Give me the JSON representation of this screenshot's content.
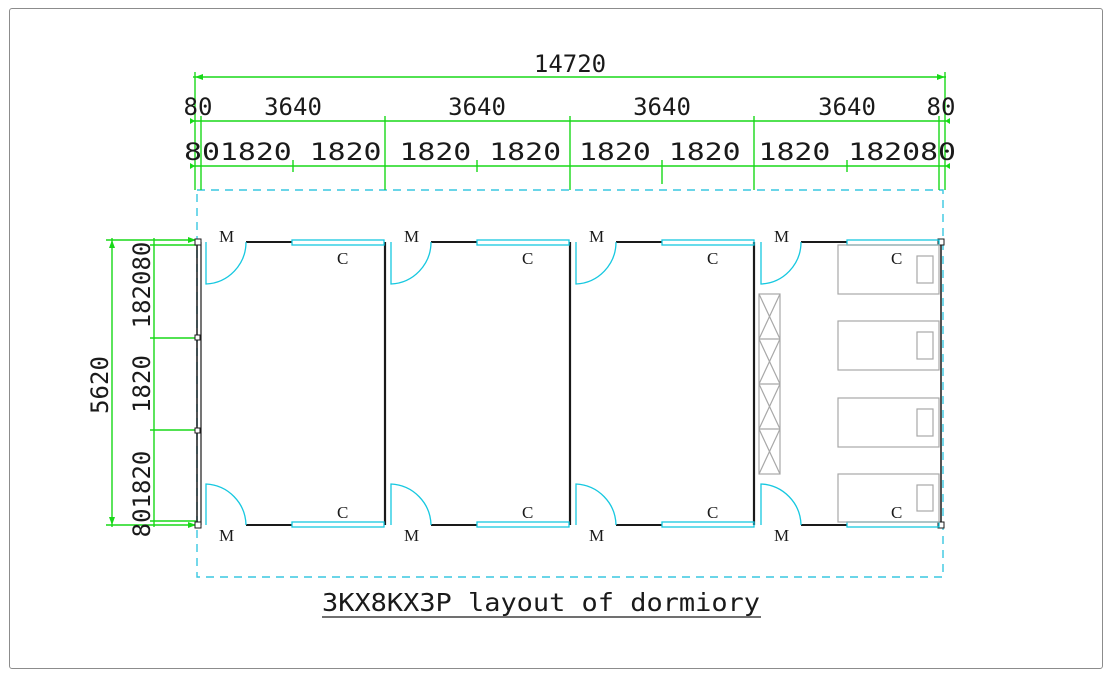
{
  "dimensions": {
    "overall_width": "14720",
    "bay_widths": [
      "3640",
      "3640",
      "3640",
      "3640"
    ],
    "edge_width": "80",
    "half_width": "1820",
    "overall_depth": "5620",
    "depth_parts": [
      "1820",
      "1820",
      "1820"
    ],
    "edge_depth": "80",
    "top_sub_row": "801820 1820 1820 1820 1820 1820 1820 182080",
    "left_top_label": "182080",
    "left_bottom_label": "801820"
  },
  "labels": {
    "door": "M",
    "window": "C"
  },
  "caption": "3KX8KX3P layout of dormiory",
  "colors": {
    "dimension_line": "#18d818",
    "door_window": "#16c8e0",
    "wall": "#1a1a1a",
    "furniture": "#a8a8a8",
    "outline_dashed": "#39c7e0"
  }
}
